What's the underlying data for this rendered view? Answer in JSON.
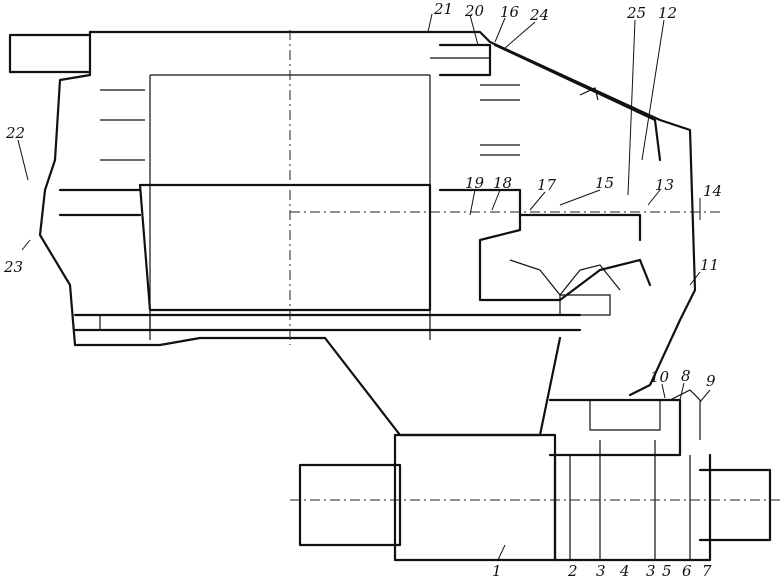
{
  "callouts": {
    "c1": "1",
    "c2": "2",
    "c3a": "3",
    "c4": "4",
    "c3b": "3",
    "c5": "5",
    "c6": "6",
    "c7": "7",
    "c8": "8",
    "c9": "9",
    "c10": "10",
    "c11": "11",
    "c12": "12",
    "c13": "13",
    "c14": "14",
    "c15": "15",
    "c16": "16",
    "c17": "17",
    "c18": "18",
    "c19": "19",
    "c20": "20",
    "c21": "21",
    "c22": "22",
    "c23": "23",
    "c24": "24",
    "c25": "25"
  },
  "colors": {
    "ink": "#111111",
    "paper": "#ffffff"
  }
}
